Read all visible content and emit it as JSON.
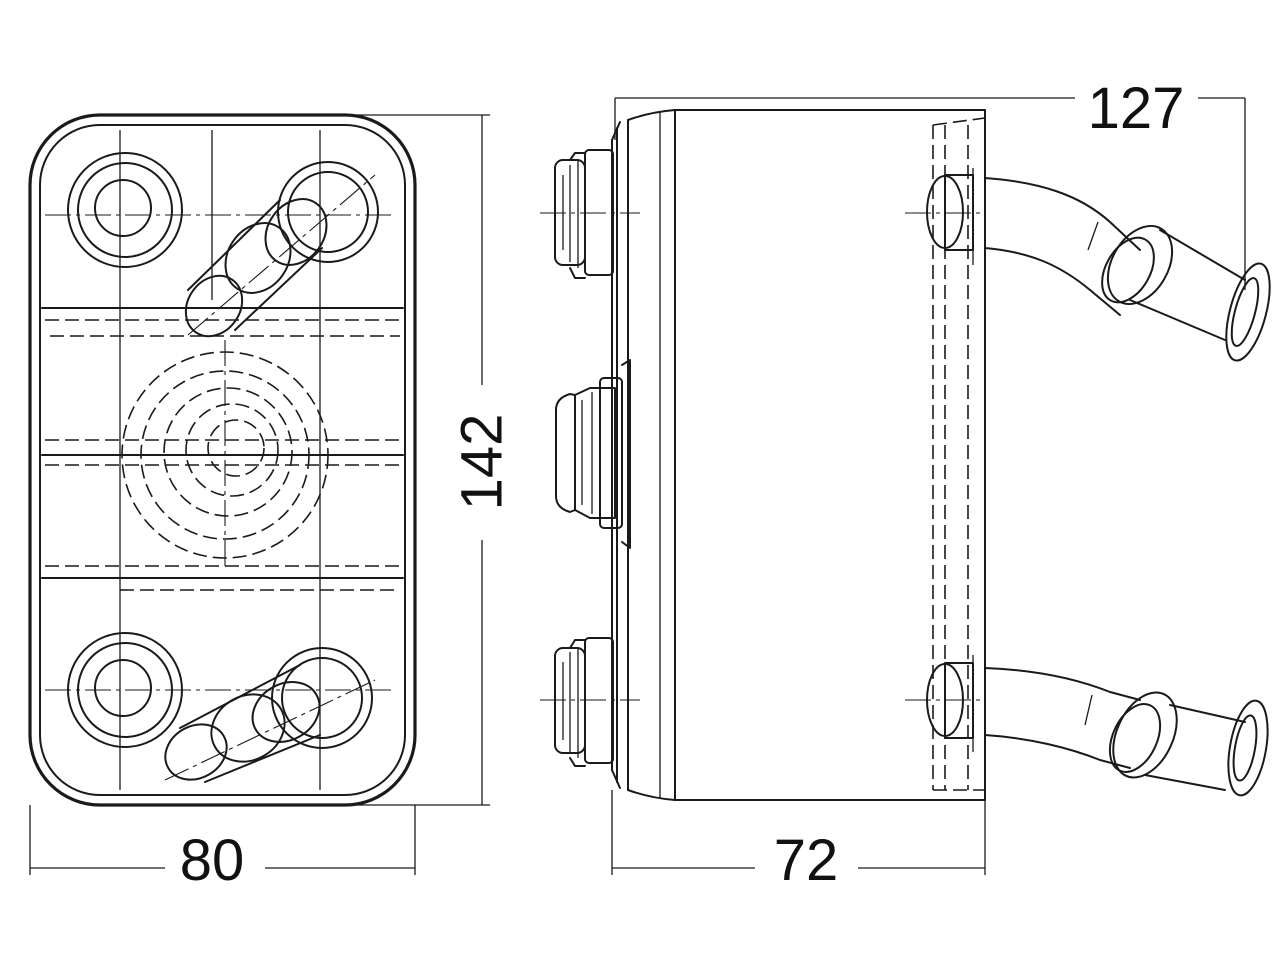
{
  "dimensions": {
    "width_front": "80",
    "height": "142",
    "width_side": "72",
    "length_overall": "127"
  }
}
